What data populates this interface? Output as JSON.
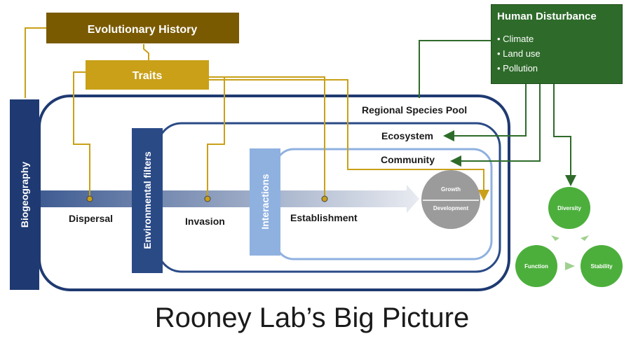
{
  "boxes": {
    "evolutionary_history": "Evolutionary History",
    "traits": "Traits",
    "biogeography": "Biogeography",
    "environmental_filters": "Environmental filters",
    "interactions": "Interactions"
  },
  "human_disturbance": {
    "title": "Human Disturbance",
    "items": [
      "Climate",
      "Land use",
      "Pollution"
    ]
  },
  "scales": {
    "regional_species_pool": "Regional Species Pool",
    "ecosystem": "Ecosystem",
    "community": "Community"
  },
  "stages": {
    "dispersal": "Dispersal",
    "invasion": "Invasion",
    "establishment": "Establishment",
    "growth": "Growth",
    "development": "Development"
  },
  "outcomes": {
    "diversity": "Diversity",
    "function": "Function",
    "stability": "Stability"
  },
  "title": "Rooney Lab’s Big Picture",
  "colors": {
    "gold_dark": "#7a5a00",
    "gold": "#c9a018",
    "navy": "#1f3a72",
    "blue_mid": "#5a7fc0",
    "blue_light": "#8fb1e0",
    "green_dark": "#2e6b2a",
    "green": "#4caf3c"
  }
}
